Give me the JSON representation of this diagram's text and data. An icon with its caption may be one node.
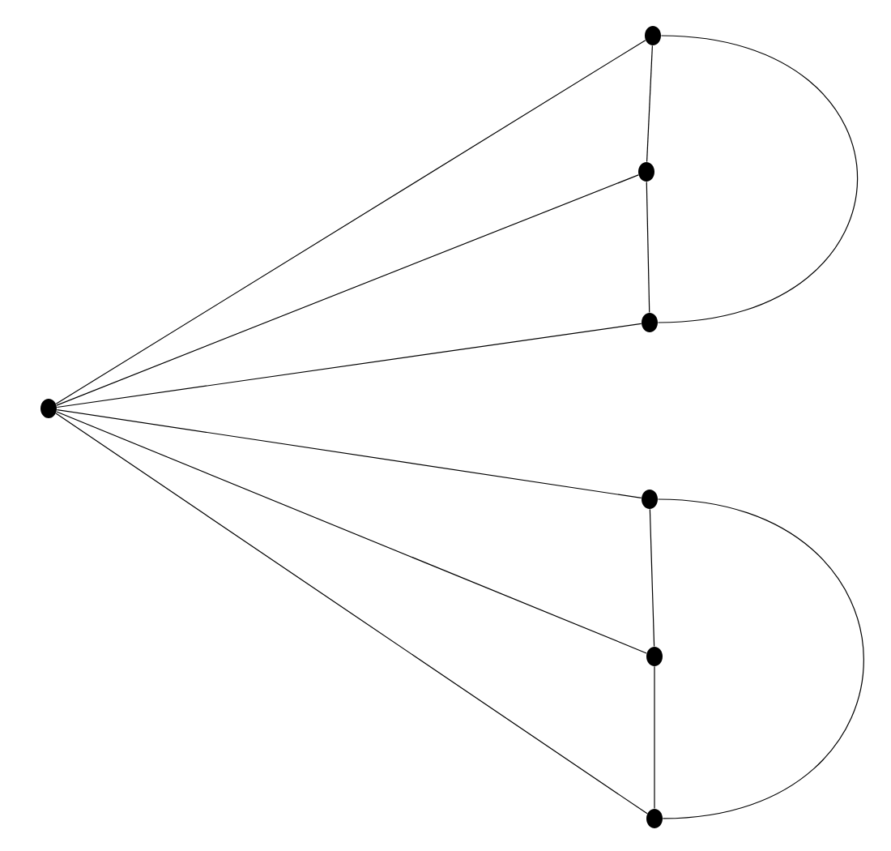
{
  "diagram": {
    "nodes": [
      {
        "text": [],
        "shape": "circle"
      },
      {
        "text": [],
        "shape": "circle"
      },
      {
        "text": [],
        "shape": "circle"
      },
      {
        "text": [],
        "shape": "circle"
      },
      {
        "text": [],
        "shape": "circle"
      },
      {
        "text": [],
        "shape": "circle"
      },
      {
        "text": [],
        "shape": "circle"
      }
    ],
    "edges": [
      {
        "from": 0,
        "to": 1,
        "arrow": "none"
      },
      {
        "from": 0,
        "to": 2,
        "arrow": "none"
      },
      {
        "from": 0,
        "to": 3,
        "arrow": "none"
      },
      {
        "from": 0,
        "to": 4,
        "arrow": "none"
      },
      {
        "from": 0,
        "to": 5,
        "arrow": "none"
      },
      {
        "from": 0,
        "to": 6,
        "arrow": "none"
      },
      {
        "from": 1,
        "to": 2,
        "arrow": "none"
      },
      {
        "from": 2,
        "to": 3,
        "arrow": "none"
      },
      {
        "from": 1,
        "to": 3,
        "arrow": "none"
      },
      {
        "from": 4,
        "to": 5,
        "arrow": "none"
      },
      {
        "from": 5,
        "to": 6,
        "arrow": "none"
      },
      {
        "from": 4,
        "to": 6,
        "arrow": "none"
      }
    ]
  }
}
